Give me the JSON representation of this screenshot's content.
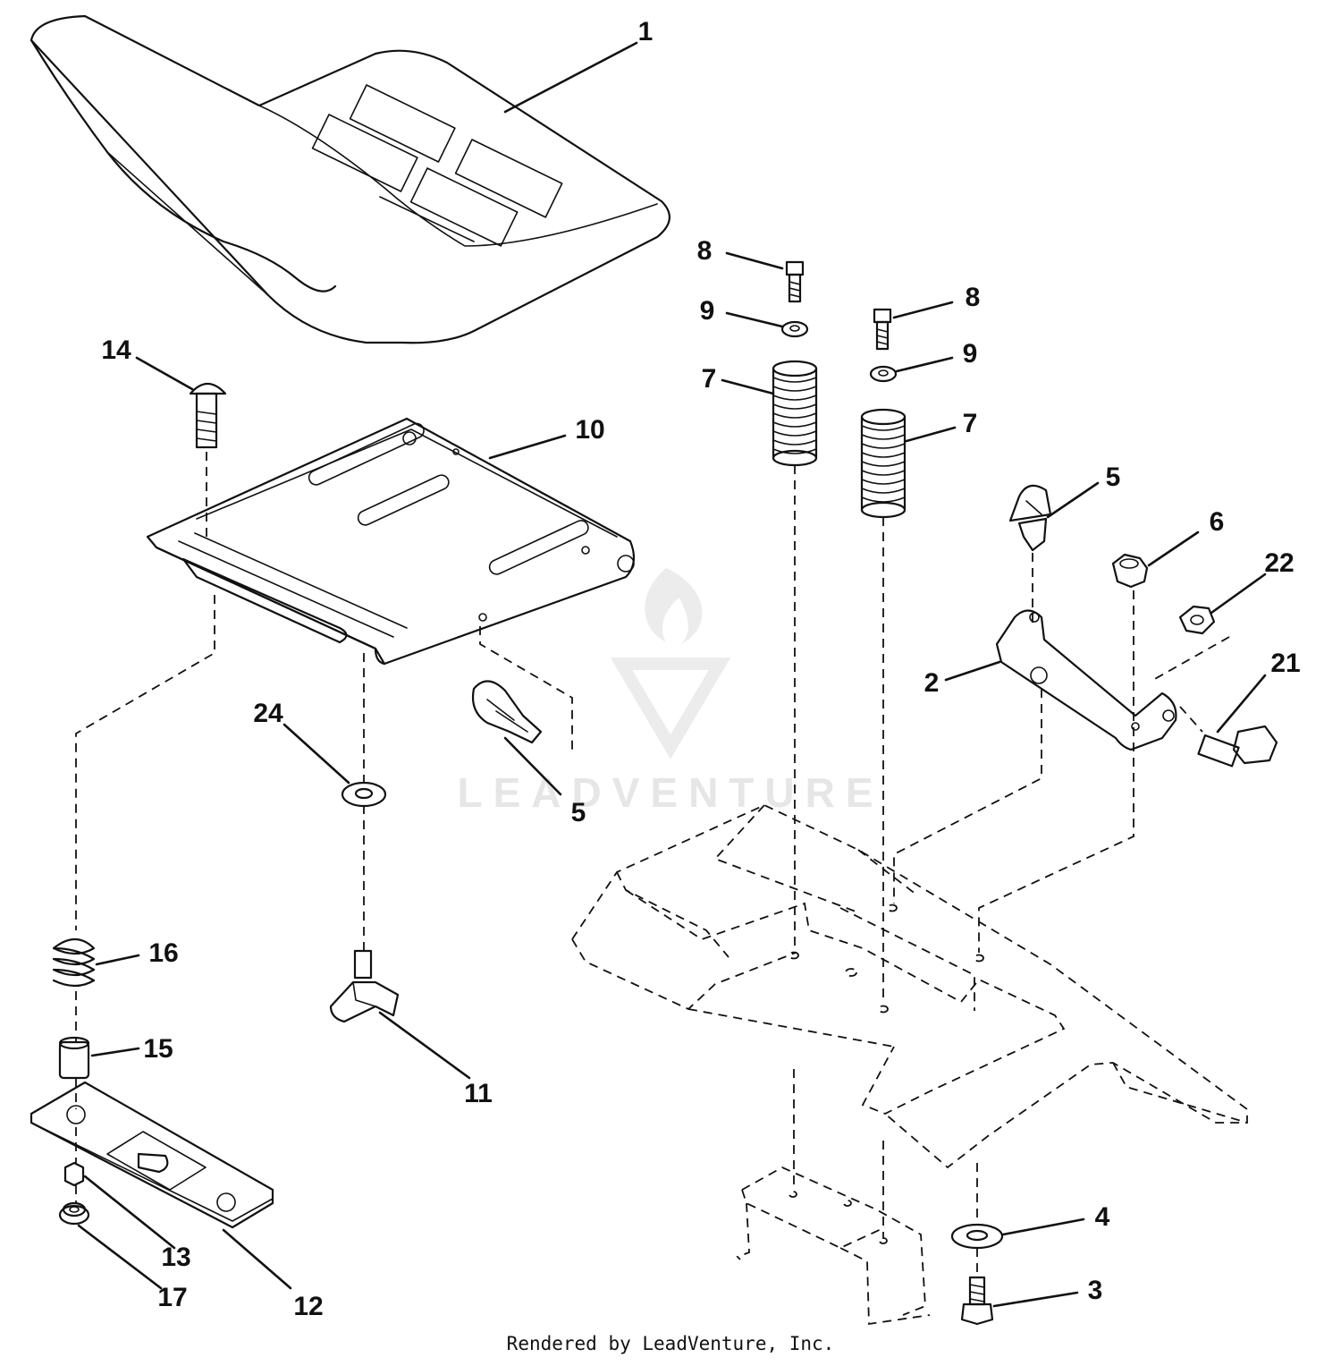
{
  "callouts": [
    {
      "id": "c1",
      "label": "1"
    },
    {
      "id": "c2",
      "label": "2"
    },
    {
      "id": "c3",
      "label": "3"
    },
    {
      "id": "c4",
      "label": "4"
    },
    {
      "id": "c5a",
      "label": "5"
    },
    {
      "id": "c5b",
      "label": "5"
    },
    {
      "id": "c6",
      "label": "6"
    },
    {
      "id": "c7a",
      "label": "7"
    },
    {
      "id": "c7b",
      "label": "7"
    },
    {
      "id": "c8a",
      "label": "8"
    },
    {
      "id": "c8b",
      "label": "8"
    },
    {
      "id": "c9a",
      "label": "9"
    },
    {
      "id": "c9b",
      "label": "9"
    },
    {
      "id": "c10",
      "label": "10"
    },
    {
      "id": "c11",
      "label": "11"
    },
    {
      "id": "c12",
      "label": "12"
    },
    {
      "id": "c13",
      "label": "13"
    },
    {
      "id": "c14",
      "label": "14"
    },
    {
      "id": "c15",
      "label": "15"
    },
    {
      "id": "c16",
      "label": "16"
    },
    {
      "id": "c17",
      "label": "17"
    },
    {
      "id": "c21",
      "label": "21"
    },
    {
      "id": "c22",
      "label": "22"
    },
    {
      "id": "c24",
      "label": "24"
    }
  ],
  "watermark": {
    "text": "LEADVENTURE",
    "color": "#e6e6e6"
  },
  "footer": {
    "text": "Rendered by LeadVenture, Inc."
  }
}
